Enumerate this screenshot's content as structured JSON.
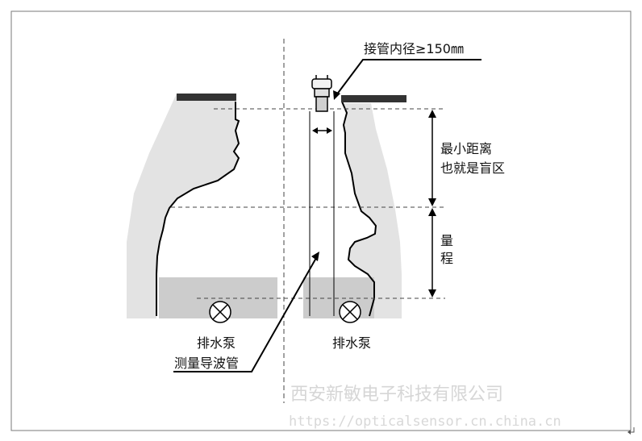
{
  "labels": {
    "pipe_diameter": "接管内径≥150㎜",
    "min_distance_line1": "最小距离",
    "min_distance_line2": "也就是盲区",
    "range_line1": "量",
    "range_line2": "程",
    "pump_left": "排水泵",
    "guide_pipe": "测量导波管",
    "pump_right": "排水泵"
  },
  "watermark": {
    "company": "西安新敏电子科技有限公司",
    "url": "https://opticalsensor.cn.china.cn"
  },
  "colors": {
    "wall_fill": "#e3e3e3",
    "water_fill": "#cccccc",
    "line": "#000000",
    "frame": "#7a7a7a"
  }
}
